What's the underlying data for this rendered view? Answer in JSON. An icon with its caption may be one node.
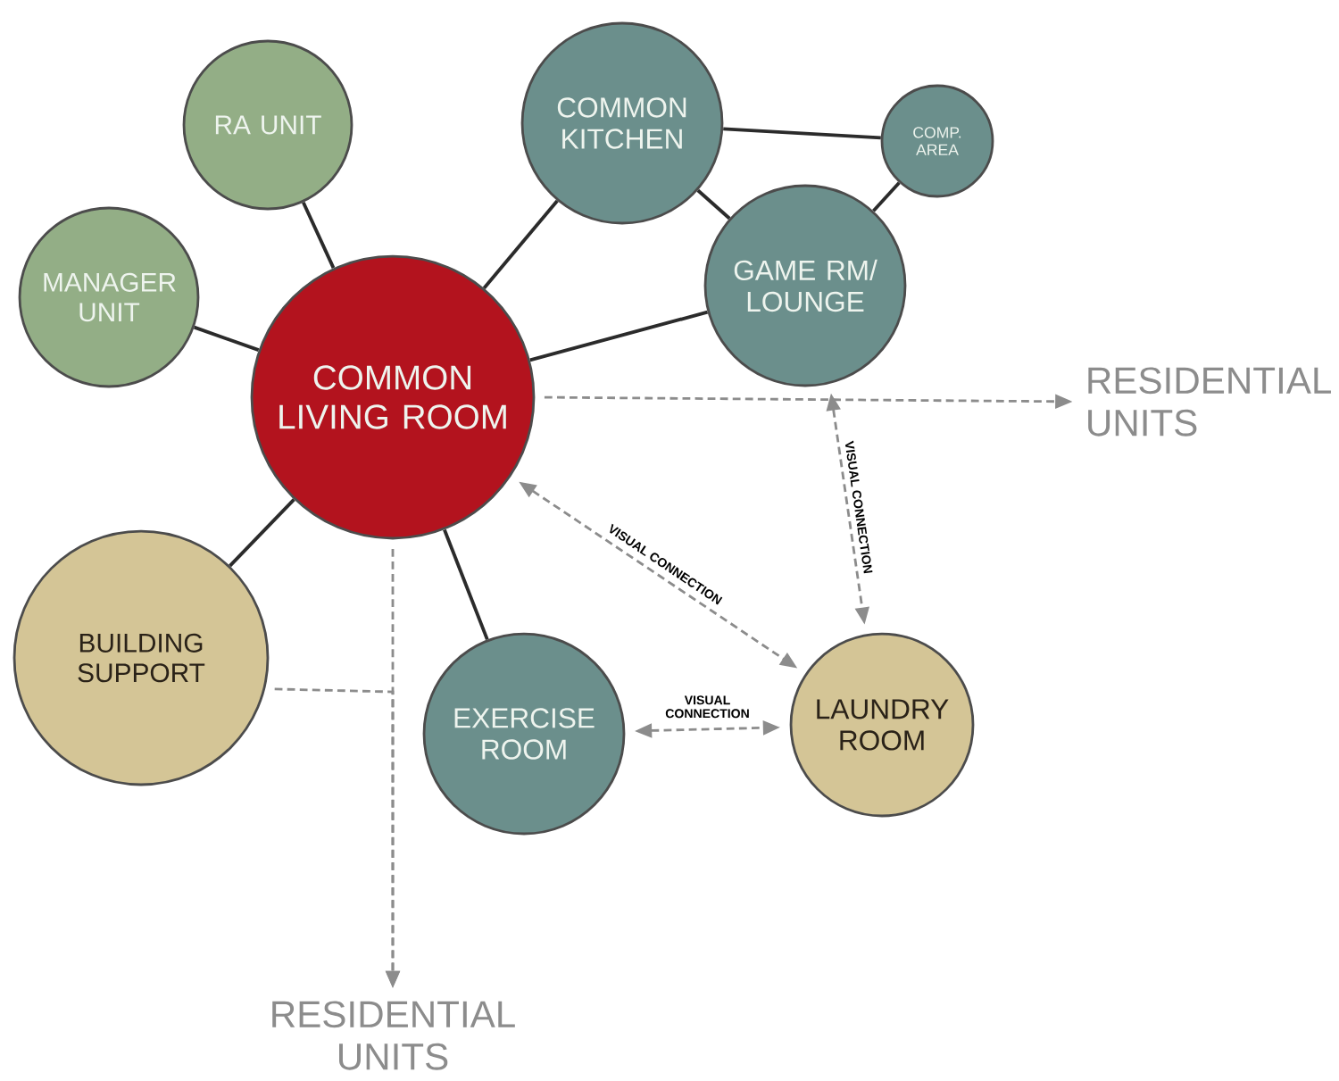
{
  "diagram": {
    "nodes": [
      {
        "text": [
          "RA UNIT"
        ]
      },
      {
        "text": [
          "COMMON KITCHEN"
        ]
      },
      {
        "text": [
          "COMP. AREA"
        ]
      },
      {
        "text": [
          "MANAGER UNIT"
        ]
      },
      {
        "text": [
          "GAME RM/ LOUNGE"
        ]
      },
      {
        "text": [
          "COMMON LIVING ROOM"
        ]
      },
      {
        "text": [
          "RESIDENTIAL UNITS"
        ]
      },
      {
        "text": [
          "BUILDING SUPPORT"
        ]
      },
      {
        "text": [
          "EXERCISE ROOM"
        ]
      },
      {
        "text": [
          "LAUNDRY ROOM"
        ]
      },
      {
        "text": [
          "RESIDENTIAL UNITS"
        ]
      }
    ],
    "edges": [
      {
        "from": 0,
        "to": 5,
        "arrow": "none"
      },
      {
        "from": 3,
        "to": 5,
        "arrow": "none"
      },
      {
        "from": 1,
        "to": 5,
        "arrow": "none"
      },
      {
        "from": 1,
        "to": 2,
        "arrow": "none"
      },
      {
        "from": 1,
        "to": 4,
        "arrow": "none"
      },
      {
        "from": 2,
        "to": 4,
        "arrow": "none"
      },
      {
        "from": 4,
        "to": 5,
        "arrow": "none"
      },
      {
        "from": 7,
        "to": 5,
        "arrow": "none"
      },
      {
        "from": 8,
        "to": 5,
        "arrow": "none"
      },
      {
        "from": 5,
        "to": 6,
        "arrow": "to",
        "style": "dashed",
        "color": "#8c8c8c"
      },
      {
        "from": 5,
        "to": 10,
        "arrow": "to",
        "style": "dashed",
        "color": "#8c8c8c"
      },
      {
        "from": 7,
        "to": 10,
        "arrow": "to",
        "style": "dashed",
        "color": "#8c8c8c"
      },
      {
        "from": 4,
        "to": 9,
        "arrow": "both",
        "style": "dashed",
        "color": "#8c8c8c",
        "label": "VISUAL CONNECTION"
      },
      {
        "from": 5,
        "to": 9,
        "arrow": "both",
        "style": "dashed",
        "color": "#8c8c8c",
        "label": "VISUAL CONNECTION"
      },
      {
        "from": 8,
        "to": 9,
        "arrow": "both",
        "style": "dashed",
        "color": "#8c8c8c",
        "label": "VISUAL CONNECTION"
      }
    ]
  }
}
